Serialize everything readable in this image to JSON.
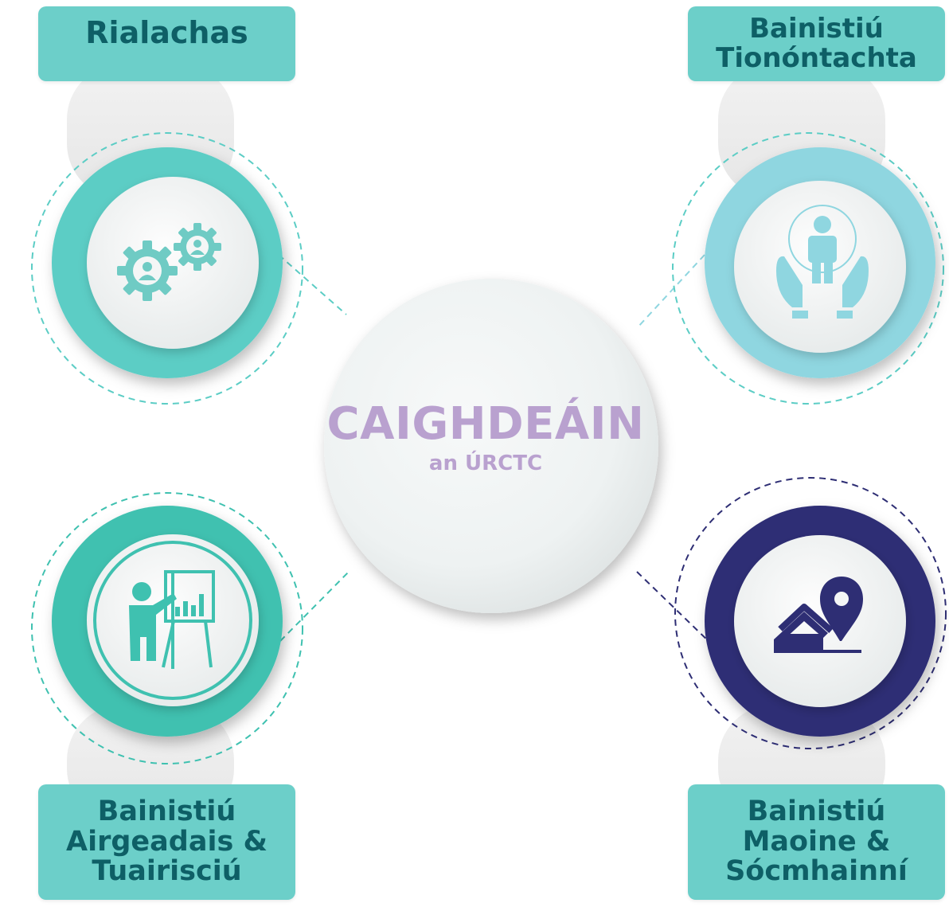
{
  "center": {
    "title": "CAIGHDEÁIN",
    "subtitle": "an ÚRCTC"
  },
  "nodes": [
    {
      "id": "governance",
      "label_lines": [
        "Rialachas"
      ],
      "icon": "gears-people-icon",
      "color": "#5ccdc5"
    },
    {
      "id": "tenancy",
      "label_lines": [
        "Bainistiú",
        "Tionóntachta"
      ],
      "icon": "person-in-hands-icon",
      "color": "#8fd6e0"
    },
    {
      "id": "finance",
      "label_lines": [
        "Bainistiú",
        "Airgeadais &",
        "Tuairisciú"
      ],
      "icon": "presenter-chart-icon",
      "color": "#3fc1b0"
    },
    {
      "id": "property",
      "label_lines": [
        "Bainistiú",
        "Maoine &",
        "Sócmhainní"
      ],
      "icon": "house-location-icon",
      "color": "#2e2e74"
    }
  ],
  "colors": {
    "label_bg": "#6ccfc9",
    "label_text": "#0e5f66",
    "center_text": "#b9a1cf",
    "icon_fill": "#6fcbc4",
    "icon_dark": "#2e2e74"
  }
}
